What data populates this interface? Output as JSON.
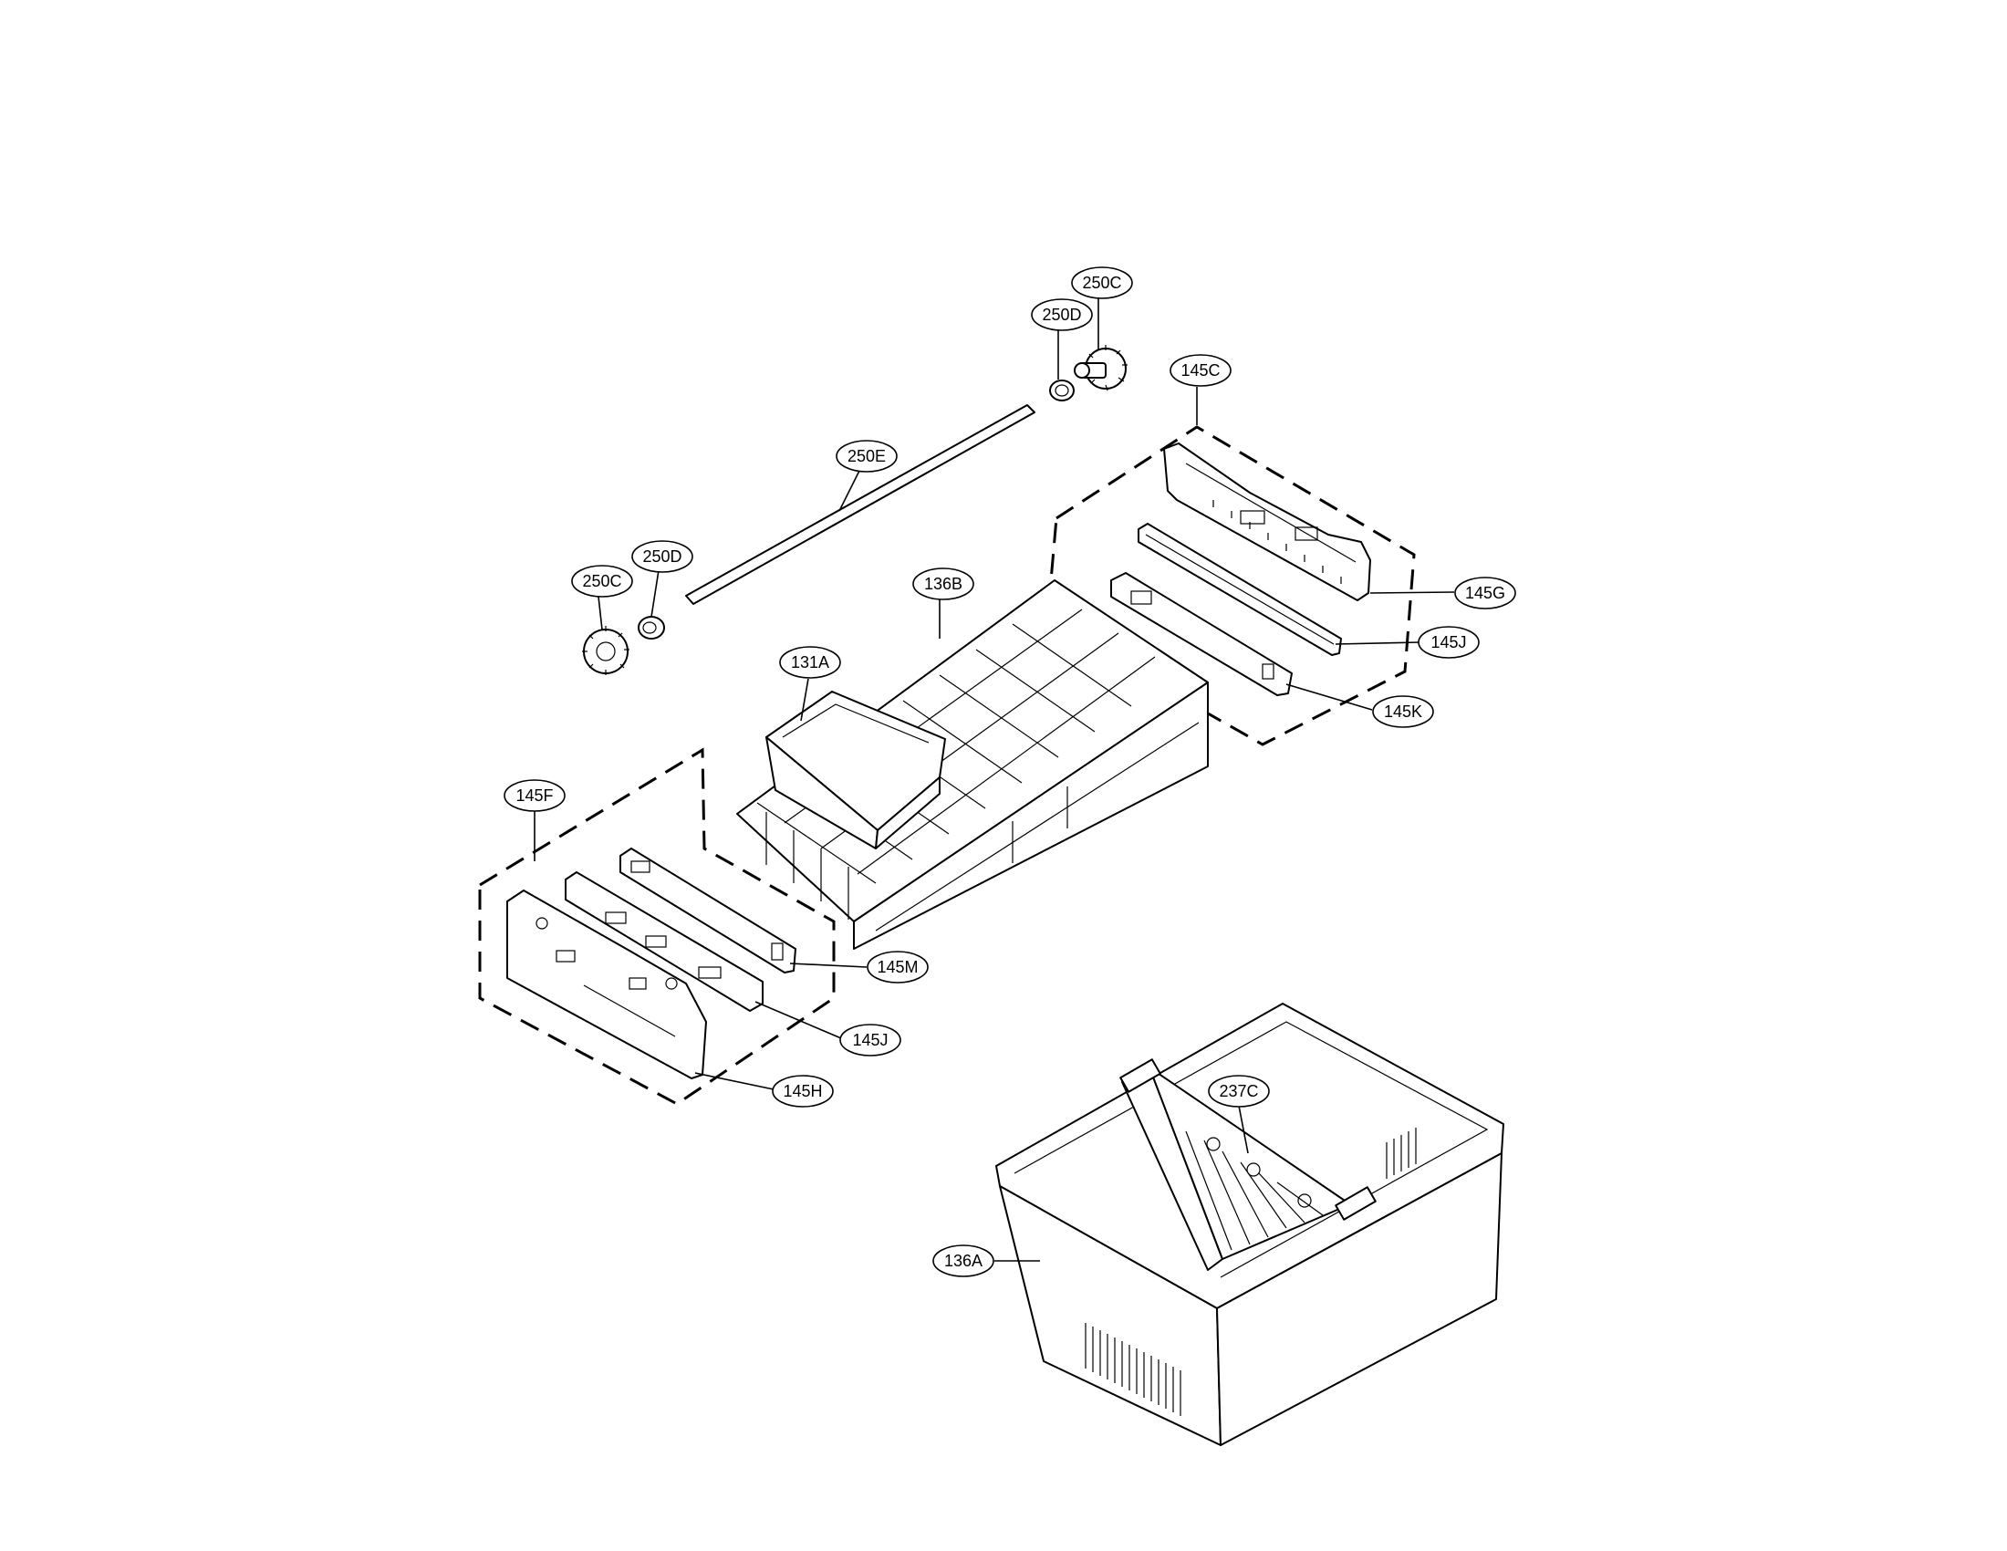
{
  "labels": {
    "l250C_top": "250C",
    "l250D_top": "250D",
    "l145C": "145C",
    "l250E": "250E",
    "l250D_left": "250D",
    "l250C_left": "250C",
    "l136B": "136B",
    "l145G": "145G",
    "l145J_right": "145J",
    "l131A": "131A",
    "l145K": "145K",
    "l145F": "145F",
    "l145M": "145M",
    "l145J_left": "145J",
    "l145H": "145H",
    "l237C": "237C",
    "l136A": "136A"
  }
}
